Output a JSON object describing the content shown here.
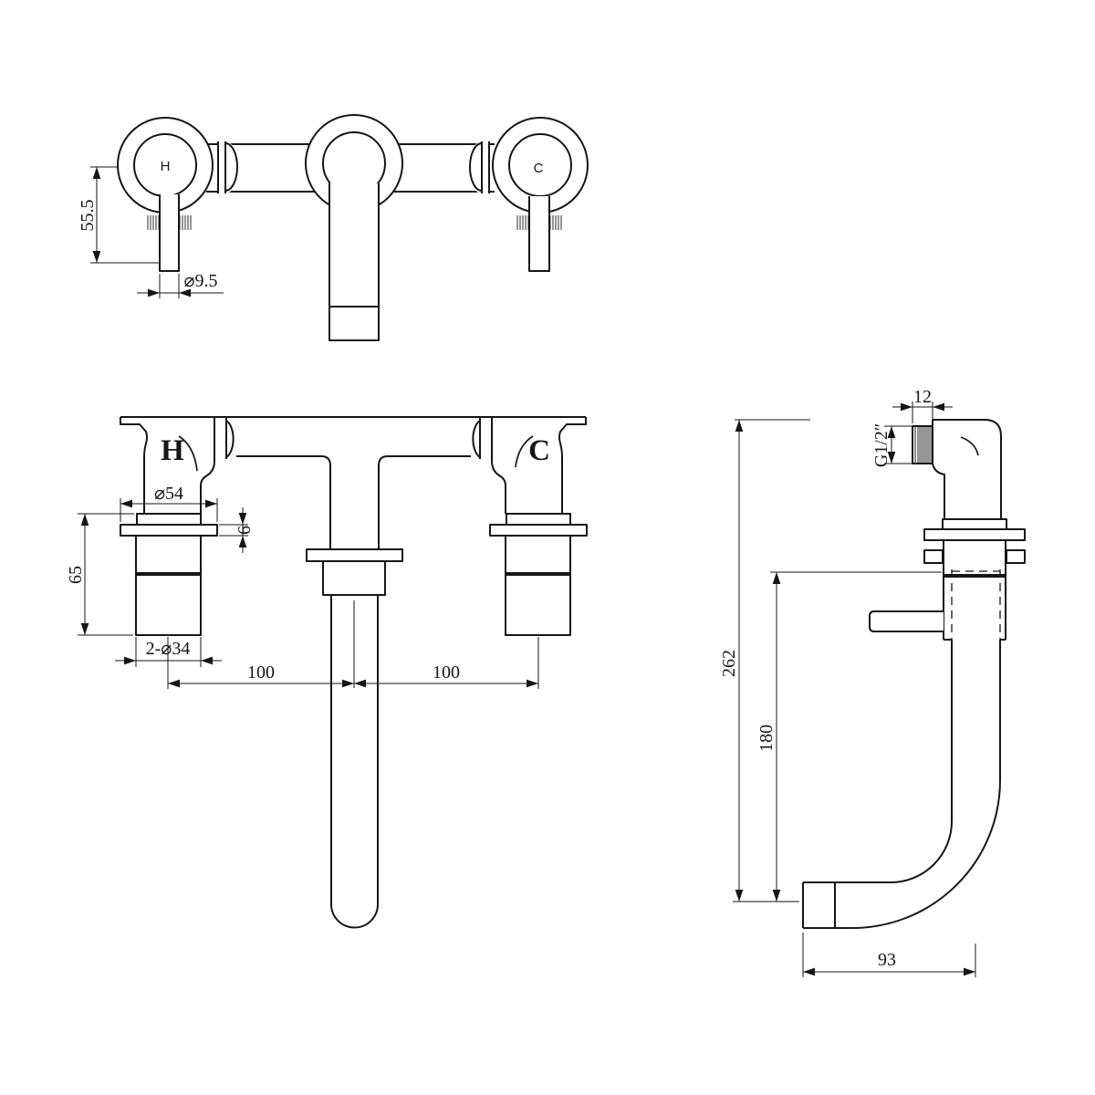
{
  "views": {
    "front_view": {
      "hot_label": "H",
      "cold_label": "C",
      "dim_handle_height": "55.5",
      "dim_lever_diameter": "⌀9.5"
    },
    "plan_view": {
      "hot_label": "H",
      "cold_label": "C",
      "dim_escutcheon_diameter": "⌀54",
      "dim_plate_thickness": "6",
      "dim_body_projection": "65",
      "dim_valve_body_diameter": "2-⌀34",
      "dim_hot_to_spout_spacing": "100",
      "dim_spout_to_cold_spacing": "100"
    },
    "side_view": {
      "dim_inlet_thread_length": "12",
      "inlet_thread_label": "G1/2″",
      "dim_overall_height": "262",
      "dim_wall_to_outlet": "180",
      "dim_spout_reach": "93"
    }
  }
}
